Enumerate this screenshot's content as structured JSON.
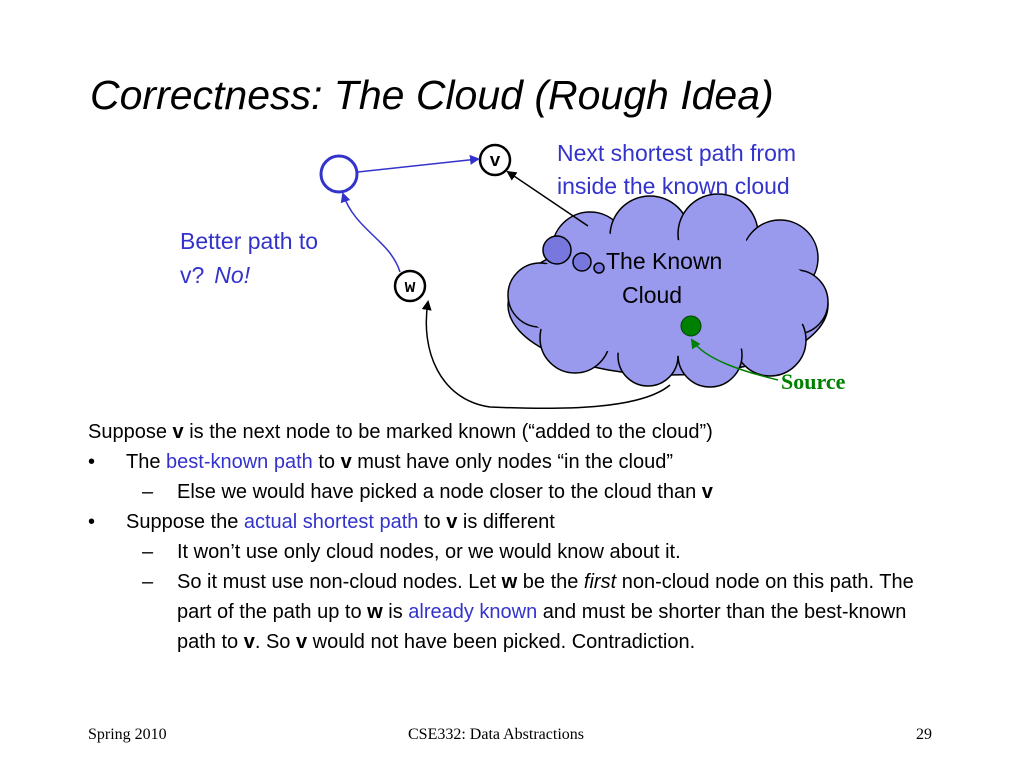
{
  "slide": {
    "title": "Correctness: The Cloud (Rough Idea)"
  },
  "diagram": {
    "node_v": "v",
    "node_w": "w",
    "next_path_label_line1": "Next shortest path from",
    "next_path_label_line2": "inside the known cloud",
    "better_path_line1": "Better path to",
    "better_path_line2a": "v?",
    "better_path_line2b": "No!",
    "cloud_label_line1": "The Known",
    "cloud_label_line2": "Cloud",
    "source_label": "Source",
    "colors": {
      "blue_text": "#3333cc",
      "cloud_fill": "#9999ee",
      "source_green": "#008000"
    }
  },
  "content": {
    "intro": {
      "a": "Suppose ",
      "b": "v",
      "c": " is the next node to be marked known (“added to the cloud”)"
    },
    "bullet1": {
      "bullet": "•",
      "a": "The ",
      "b": "best-known path",
      "c": " to ",
      "d": "v",
      "e": " must have only nodes “in the cloud”"
    },
    "sub1": {
      "dash": "–",
      "a": " Else we would have picked a node closer to the cloud than ",
      "b": "v"
    },
    "bullet2": {
      "bullet": "•",
      "a": "Suppose the ",
      "b": "actual shortest path",
      "c": " to ",
      "d": "v",
      "e": " is different"
    },
    "sub2": {
      "dash": "–",
      "a": "It won’t use only cloud nodes, or we would know about it."
    },
    "sub3": {
      "dash": "–",
      "a": "So it must use non-cloud nodes.  Let ",
      "b": "w",
      "c": " be the ",
      "d": "first",
      "e": " non-cloud node on this path.  The part of the path up to ",
      "f": "w",
      "g": " is ",
      "h": "already known",
      "i": " and must be shorter than the best-known path to ",
      "j": "v",
      "k": ".  So ",
      "l": "v",
      "m": " would not have been picked.  Contradiction."
    }
  },
  "footer": {
    "left": "Spring 2010",
    "center": "CSE332: Data Abstractions",
    "right": "29"
  }
}
